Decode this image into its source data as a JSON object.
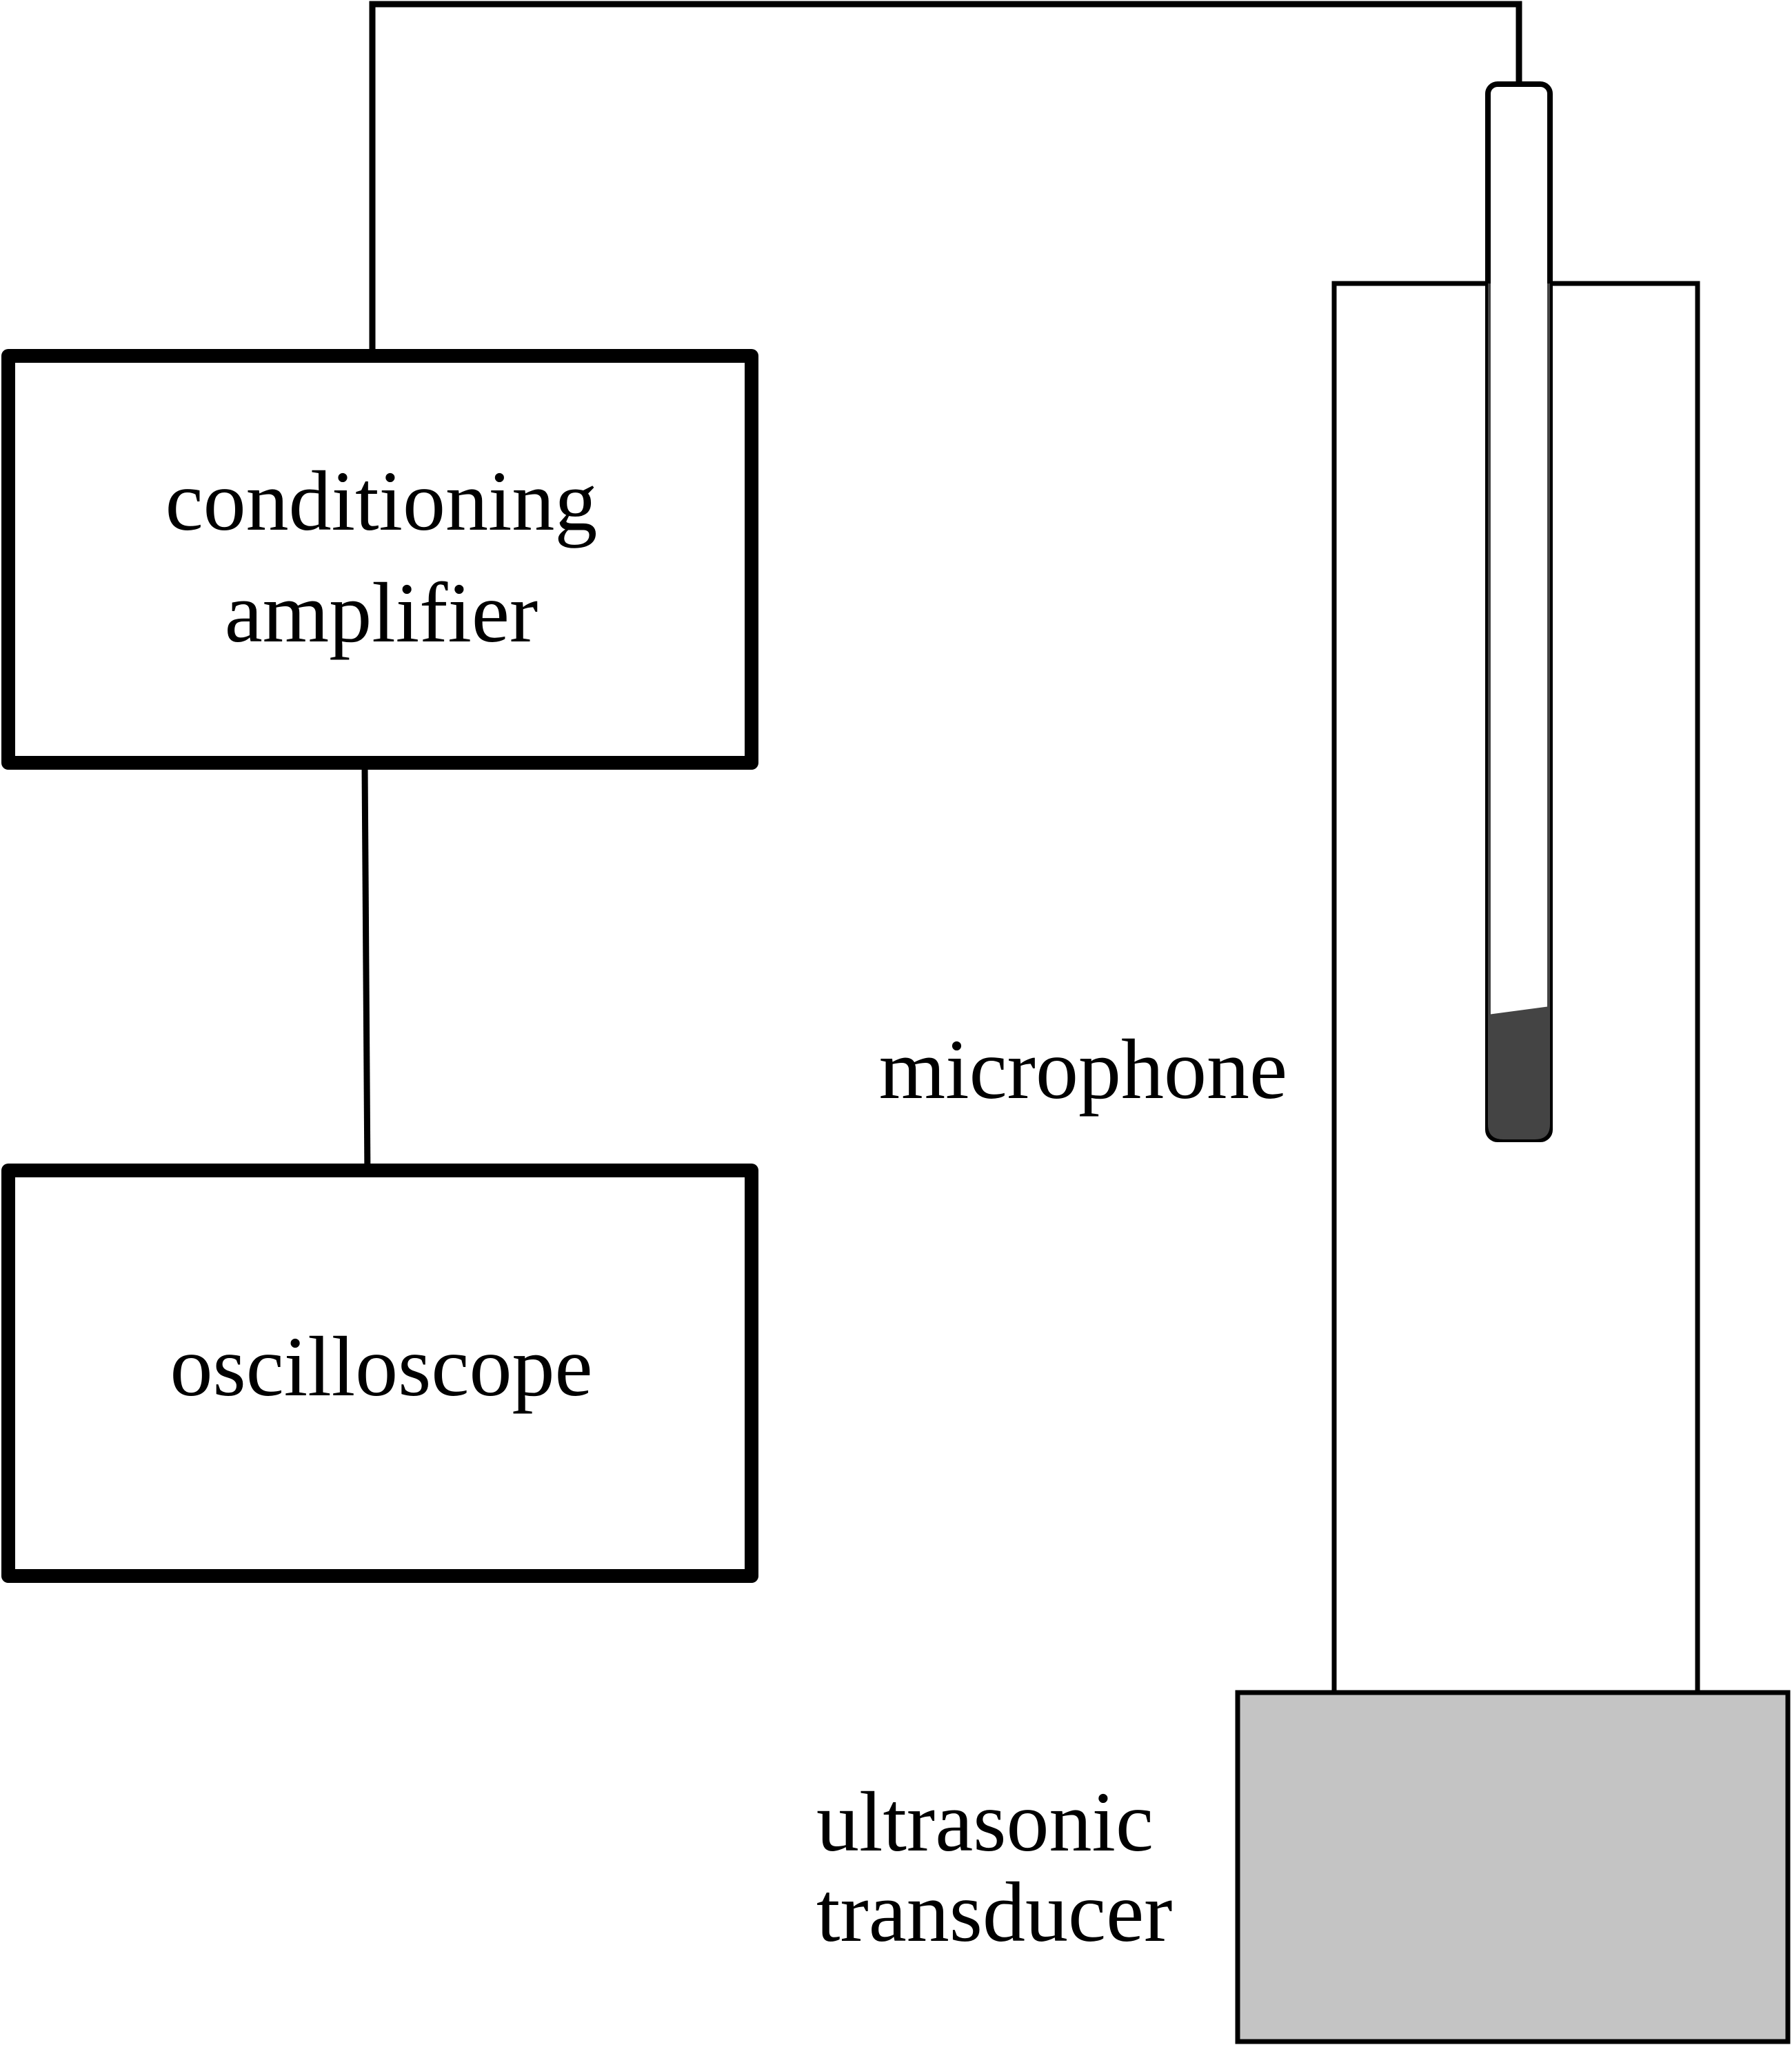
{
  "labels": {
    "amplifier_line1": "conditioning",
    "amplifier_line2": "amplifier",
    "oscilloscope": "oscilloscope",
    "microphone": "microphone",
    "transducer_line1": "ultrasonic",
    "transducer_line2": "transducer"
  },
  "colors": {
    "stroke": "#000000",
    "microphone_tip": "#444444",
    "transducer_fill": "#c4c4c4",
    "background": "#ffffff"
  }
}
